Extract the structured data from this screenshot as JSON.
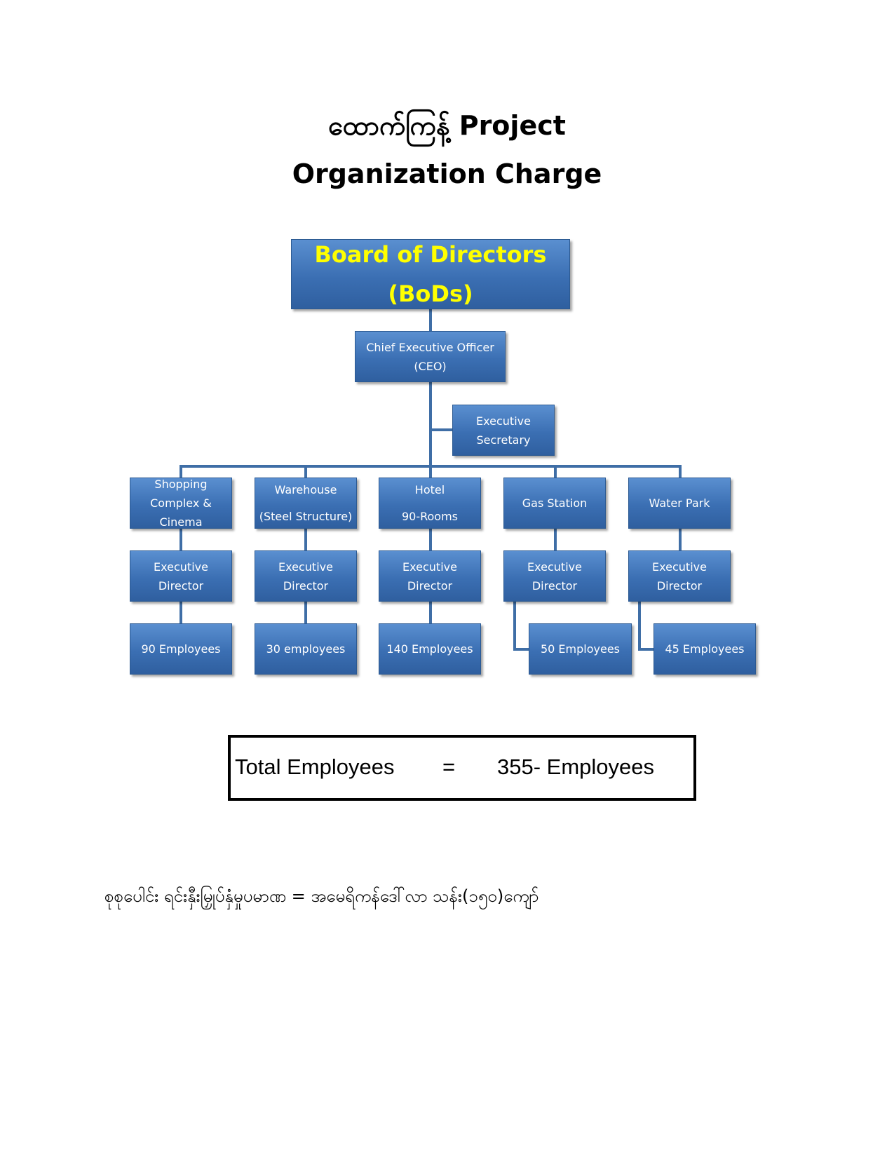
{
  "title": {
    "line1": "ထောက်ကြန့် Project",
    "line2": "Organization Charge"
  },
  "chart": {
    "bod": {
      "line1": "Board of Directors",
      "line2": "(BoDs)"
    },
    "ceo": {
      "line1": "Chief Executive Officer",
      "line2": "(CEO)"
    },
    "secretary": {
      "line1": "Executive",
      "line2": "Secretary"
    },
    "units": [
      {
        "name1": "Shopping",
        "name2": "Complex &",
        "name3": "Cinema",
        "director": "Executive Director",
        "employees": "90 Employees"
      },
      {
        "name1": "Warehouse",
        "name2": "(Steel Structure)",
        "name3": "",
        "director": "Executive Director",
        "employees": "30 employees"
      },
      {
        "name1": "Hotel",
        "name2": "90-Rooms",
        "name3": "",
        "director": "Executive Director",
        "employees": "140 Employees"
      },
      {
        "name1": "Gas Station",
        "name2": "",
        "name3": "",
        "director": "Executive Director",
        "employees": "50 Employees"
      },
      {
        "name1": "Water Park",
        "name2": "",
        "name3": "",
        "director": "Executive Director",
        "employees": "45 Employees"
      }
    ]
  },
  "total": {
    "label": "Total Employees",
    "eq": "=",
    "value": "355- Employees"
  },
  "note": "စုစုပေါင်း ရင်းနှီးမြှုပ်နှံမှုပမာဏ =  အမေရိကန်ဒေါ်လာ သန်း(၁၅၀)ကျော်"
}
